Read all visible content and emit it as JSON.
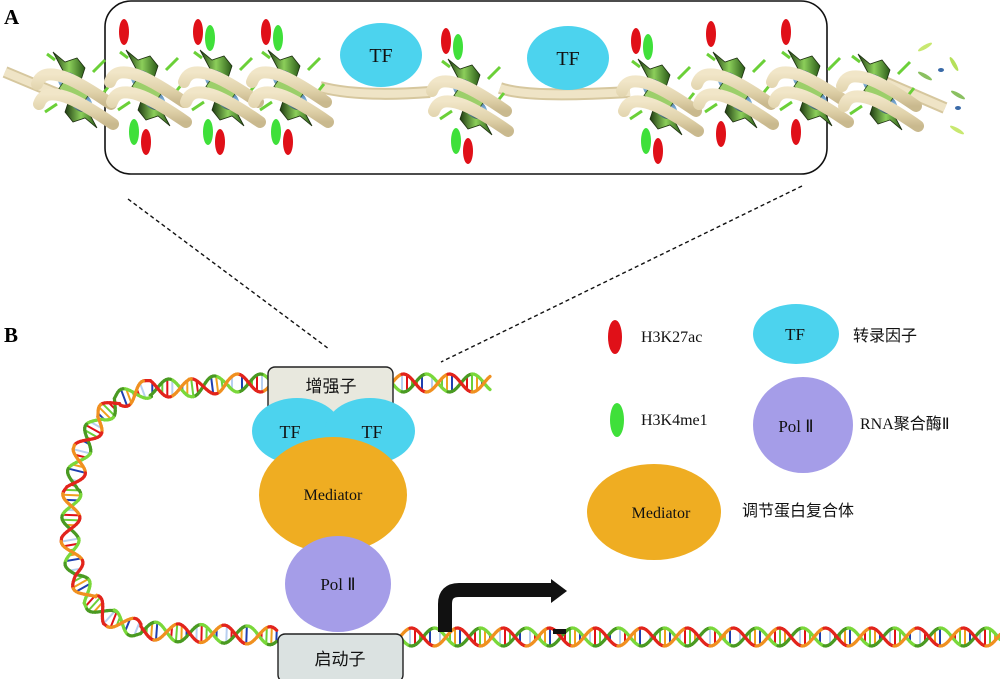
{
  "figure": {
    "panels": [
      {
        "id": "A",
        "label": "A",
        "description": "Enhancer chromatin with nucleosomes carrying histone marks and TF binding in nucleosome-depleted regions"
      },
      {
        "id": "B",
        "label": "B",
        "description": "Enhancer-promoter looping via TF, Mediator and Pol II"
      }
    ]
  },
  "panel_a": {
    "tf_labels": [
      "TF",
      "TF"
    ],
    "nucleosomes": [
      {
        "marks_top": [],
        "marks_bottom": [],
        "inside_box": false
      },
      {
        "marks_top": [
          "H3K27ac"
        ],
        "marks_bottom": [
          "H3K4me1",
          "H3K27ac"
        ],
        "inside_box": true
      },
      {
        "marks_top": [
          "H3K27ac",
          "H3K4me1"
        ],
        "marks_bottom": [
          "H3K4me1",
          "H3K27ac"
        ],
        "inside_box": true
      },
      {
        "marks_top": [
          "H3K27ac",
          "H3K4me1"
        ],
        "marks_bottom": [
          "H3K4me1",
          "H3K27ac"
        ],
        "inside_box": true
      },
      {
        "marks_top": [
          "H3K27ac",
          "H3K4me1"
        ],
        "marks_bottom": [
          "H3K4me1",
          "H3K27ac"
        ],
        "inside_box": true
      },
      {
        "marks_top": [
          "H3K27ac",
          "H3K4me1"
        ],
        "marks_bottom": [
          "H3K4me1",
          "H3K27ac"
        ],
        "inside_box": true
      },
      {
        "marks_top": [
          "H3K27ac"
        ],
        "marks_bottom": [
          "H3K27ac"
        ],
        "inside_box": true
      },
      {
        "marks_top": [
          "H3K27ac"
        ],
        "marks_bottom": [
          "H3K27ac"
        ],
        "inside_box": true
      },
      {
        "marks_top": [],
        "marks_bottom": [],
        "inside_box": false
      }
    ]
  },
  "panel_b": {
    "enhancer_label": "增强子",
    "promoter_label": "启动子",
    "tf_labels": [
      "TF",
      "TF"
    ],
    "mediator_label": "Mediator",
    "pol2_label": "Pol Ⅱ"
  },
  "legend": {
    "items": [
      {
        "key": "h3k27ac",
        "symbol": "red-oval",
        "label": "H3K27ac"
      },
      {
        "key": "h3k4me1",
        "symbol": "green-oval",
        "label": "H3K4me1"
      },
      {
        "key": "tf",
        "symbol": "TF",
        "label": "转录因子"
      },
      {
        "key": "pol2",
        "symbol": "Pol Ⅱ",
        "label": "RNA聚合酶Ⅱ"
      },
      {
        "key": "mediator",
        "symbol": "Mediator",
        "label": "调节蛋白复合体"
      }
    ]
  },
  "colors": {
    "h3k27ac": "#e01018",
    "h3k4me1": "#3fe03a",
    "tf": "#4cd3ee",
    "mediator": "#efad22",
    "pol2": "#a59de8",
    "dna_tan": "#e6d8b4",
    "enhancer_box": "#e8e8de",
    "promoter_box": "#dbe2e1"
  }
}
